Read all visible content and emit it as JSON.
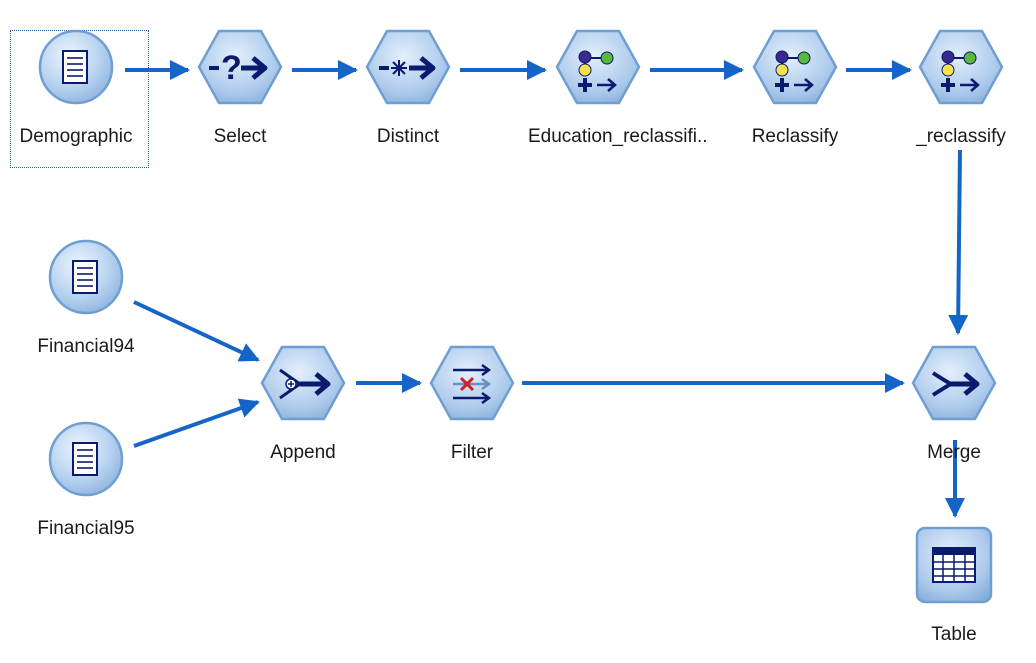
{
  "nodes": [
    {
      "id": "demographic",
      "label": "Demographic",
      "icon": "source-file-icon"
    },
    {
      "id": "select",
      "label": "Select",
      "icon": "select-icon"
    },
    {
      "id": "distinct",
      "label": "Distinct",
      "icon": "distinct-icon"
    },
    {
      "id": "education_reclassify",
      "label": "Education_reclassifi..",
      "icon": "reclassify-icon"
    },
    {
      "id": "reclassify",
      "label": "Reclassify",
      "icon": "reclassify-icon"
    },
    {
      "id": "reclassify2",
      "label": "_reclassify",
      "icon": "reclassify-icon"
    },
    {
      "id": "financial94",
      "label": "Financial94",
      "icon": "source-file-icon"
    },
    {
      "id": "financial95",
      "label": "Financial95",
      "icon": "source-file-icon"
    },
    {
      "id": "append",
      "label": "Append",
      "icon": "append-icon"
    },
    {
      "id": "filter",
      "label": "Filter",
      "icon": "filter-icon"
    },
    {
      "id": "merge",
      "label": "Merge",
      "icon": "merge-icon"
    },
    {
      "id": "table",
      "label": "Table",
      "icon": "table-icon"
    }
  ],
  "edges": [
    {
      "from": "demographic",
      "to": "select"
    },
    {
      "from": "select",
      "to": "distinct"
    },
    {
      "from": "distinct",
      "to": "education_reclassify"
    },
    {
      "from": "education_reclassify",
      "to": "reclassify"
    },
    {
      "from": "reclassify",
      "to": "reclassify2"
    },
    {
      "from": "reclassify2",
      "to": "merge"
    },
    {
      "from": "financial94",
      "to": "append"
    },
    {
      "from": "financial95",
      "to": "append"
    },
    {
      "from": "append",
      "to": "filter"
    },
    {
      "from": "filter",
      "to": "merge"
    },
    {
      "from": "merge",
      "to": "table"
    }
  ],
  "selected_node": "demographic",
  "colors": {
    "connector": "#1565c8",
    "node_fill": "#a9c9ec",
    "node_stroke": "#6f9fd2",
    "glyph": "#0a1a6e"
  }
}
